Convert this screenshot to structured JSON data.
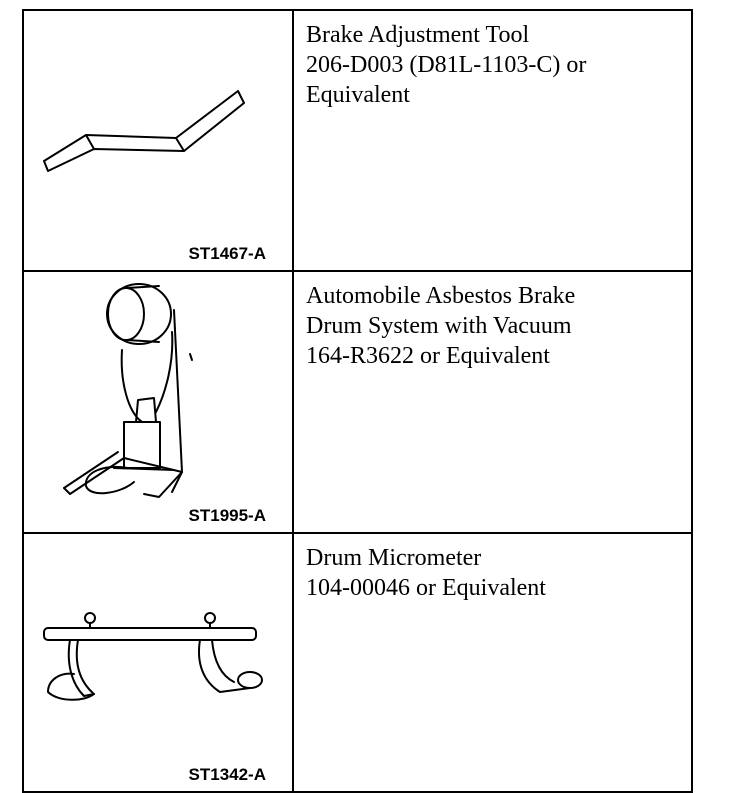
{
  "tools": [
    {
      "icon": "brake-adjustment-tool-illustration",
      "code": "ST1467-A",
      "lines": [
        "Brake Adjustment Tool",
        "206-D003 (D81L-1103-C) or",
        "Equivalent"
      ]
    },
    {
      "icon": "asbestos-brake-drum-vacuum-system-illustration",
      "code": "ST1995-A",
      "lines": [
        "Automobile Asbestos Brake",
        "Drum System with Vacuum",
        "164-R3622 or Equivalent"
      ]
    },
    {
      "icon": "drum-micrometer-illustration",
      "code": "ST1342-A",
      "lines": [
        "Drum Micrometer",
        "104-00046 or Equivalent"
      ]
    }
  ]
}
